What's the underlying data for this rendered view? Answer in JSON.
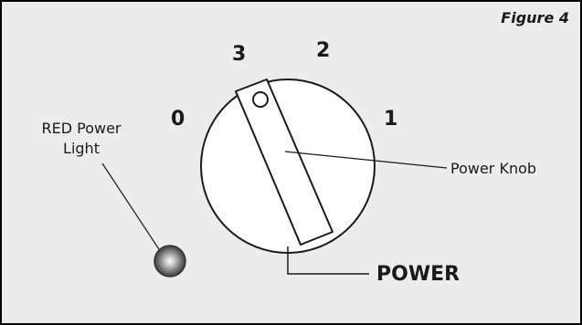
{
  "figure": {
    "caption": "Figure 4",
    "dial_marks": {
      "zero": "0",
      "one": "1",
      "two": "2",
      "three": "3"
    },
    "callouts": {
      "light_line1": "RED Power",
      "light_line2": "Light",
      "knob": "Power Knob",
      "power": "POWER"
    }
  }
}
